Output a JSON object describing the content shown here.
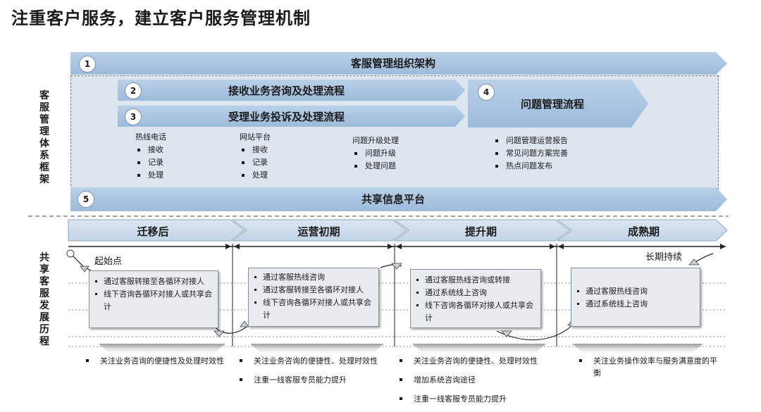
{
  "title": "注重客户服务，建立客户服务管理机制",
  "side_labels": {
    "framework": "客服管理体系框架",
    "history": "共享客服发展历程"
  },
  "framework": {
    "bar1": {
      "num": "1",
      "label": "客服管理组织架构"
    },
    "bar2": {
      "num": "2",
      "label": "接收业务咨询及处理流程"
    },
    "bar3": {
      "num": "3",
      "label": "受理业务投诉及处理流程"
    },
    "bar4": {
      "num": "4",
      "label": "问题管理流程"
    },
    "bar5": {
      "num": "5",
      "label": "共享信息平台"
    },
    "col_hotline": {
      "title": "热线电话",
      "items": [
        "接收",
        "记录",
        "处理"
      ]
    },
    "col_web": {
      "title": "网站平台",
      "items": [
        "接收",
        "记录",
        "处理"
      ]
    },
    "col_escalate": {
      "title": "问题升级处理",
      "items": [
        "问题升级",
        "处理问题"
      ]
    },
    "col_problem": {
      "items": [
        "问题管理运营报告",
        "常见问题方案完善",
        "热点问题发布"
      ]
    }
  },
  "phases": [
    {
      "label": "迁移后"
    },
    {
      "label": "运营初期"
    },
    {
      "label": "提升期"
    },
    {
      "label": "成熟期"
    }
  ],
  "timeline": {
    "start_label": "起始点",
    "end_label": "长期持续"
  },
  "phase_boxes": [
    {
      "items": [
        "通过客服转接至各循环对接人",
        "线下咨询各循环对接人或共享会计"
      ]
    },
    {
      "items": [
        "通过客服热线咨询",
        "通过客服转接至各循环对接人",
        "线下咨询各循环对接人或共享会计"
      ]
    },
    {
      "items": [
        "通过客服热线咨询或转接",
        "通过系统线上咨询",
        "线下咨询各循环对接人或共享会计"
      ]
    },
    {
      "items": [
        "通过客服热线咨询",
        "通过系统线上咨询"
      ]
    }
  ],
  "focus": [
    {
      "items": [
        "关注业务咨询的便捷性及处理时效性"
      ]
    },
    {
      "items": [
        "关注业务咨询的便捷性、处理时效性",
        "注重一线客服专员能力提升"
      ]
    },
    {
      "items": [
        "关注业务咨询的便捷性、处理时效性",
        "增加系统咨询途径",
        "注重一线客服专员能力提升"
      ]
    },
    {
      "items": [
        "关注业务操作效率与服务满意度的平衡"
      ]
    }
  ],
  "colors": {
    "arrow_fill": "#a9c4e0",
    "arrow_fill_dark": "#9dbbdb",
    "phase_fill": "#cfdcea",
    "box_fill": "#e9ecef",
    "frame_fill": "#dde6ef"
  }
}
